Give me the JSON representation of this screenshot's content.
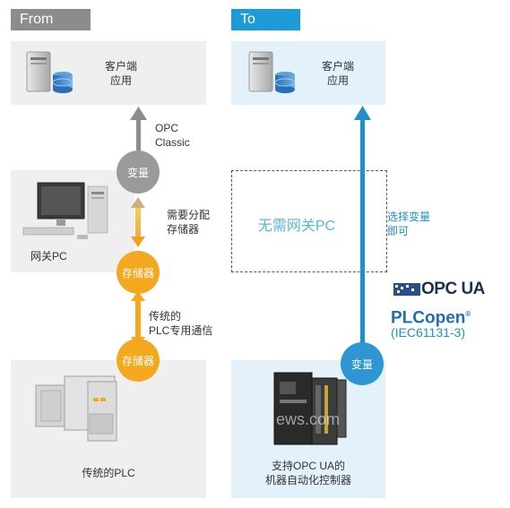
{
  "from": {
    "tab_label": "From",
    "client_label_line1": "客户端",
    "client_label_line2": "应用",
    "opc_classic_line1": "OPC",
    "opc_classic_line2": "Classic",
    "variable_label": "变量",
    "need_alloc_line1": "需要分配",
    "need_alloc_line2": "存储器",
    "gateway_label": "网关PC",
    "storage_label_1": "存储器",
    "legacy_comm_line1": "传统的",
    "legacy_comm_line2": "PLC专用通信",
    "storage_label_2": "存储器",
    "plc_label": "传统的PLC"
  },
  "to": {
    "tab_label": "To",
    "client_label_line1": "客户端",
    "client_label_line2": "应用",
    "no_gateway_label": "无需网关PC",
    "select_var_line1": "选择变量",
    "select_var_line2": "即可",
    "opcua_logo": "OPC UA",
    "plcopen_label": "PLCopen",
    "plcopen_reg": "®",
    "iec_label": "(IEC61131-3)",
    "variable_label": "变量",
    "controller_line1": "支持OPC UA的",
    "controller_line2": "机器自动化控制器"
  },
  "watermark": "ews.com",
  "colors": {
    "from_tab": "#8c8c8c",
    "to_tab": "#1e9ad6",
    "gray_panel": "#efefef",
    "blue_panel": "#e2f1fa",
    "gray_circle": "#9a9a9a",
    "orange_circle": "#f3a81f",
    "blue_circle": "#2e97d3",
    "blue_arrow": "#1f8fcf",
    "no_gateway_text": "#5ab4e0",
    "plcopen_blue": "#1f6fb0"
  }
}
